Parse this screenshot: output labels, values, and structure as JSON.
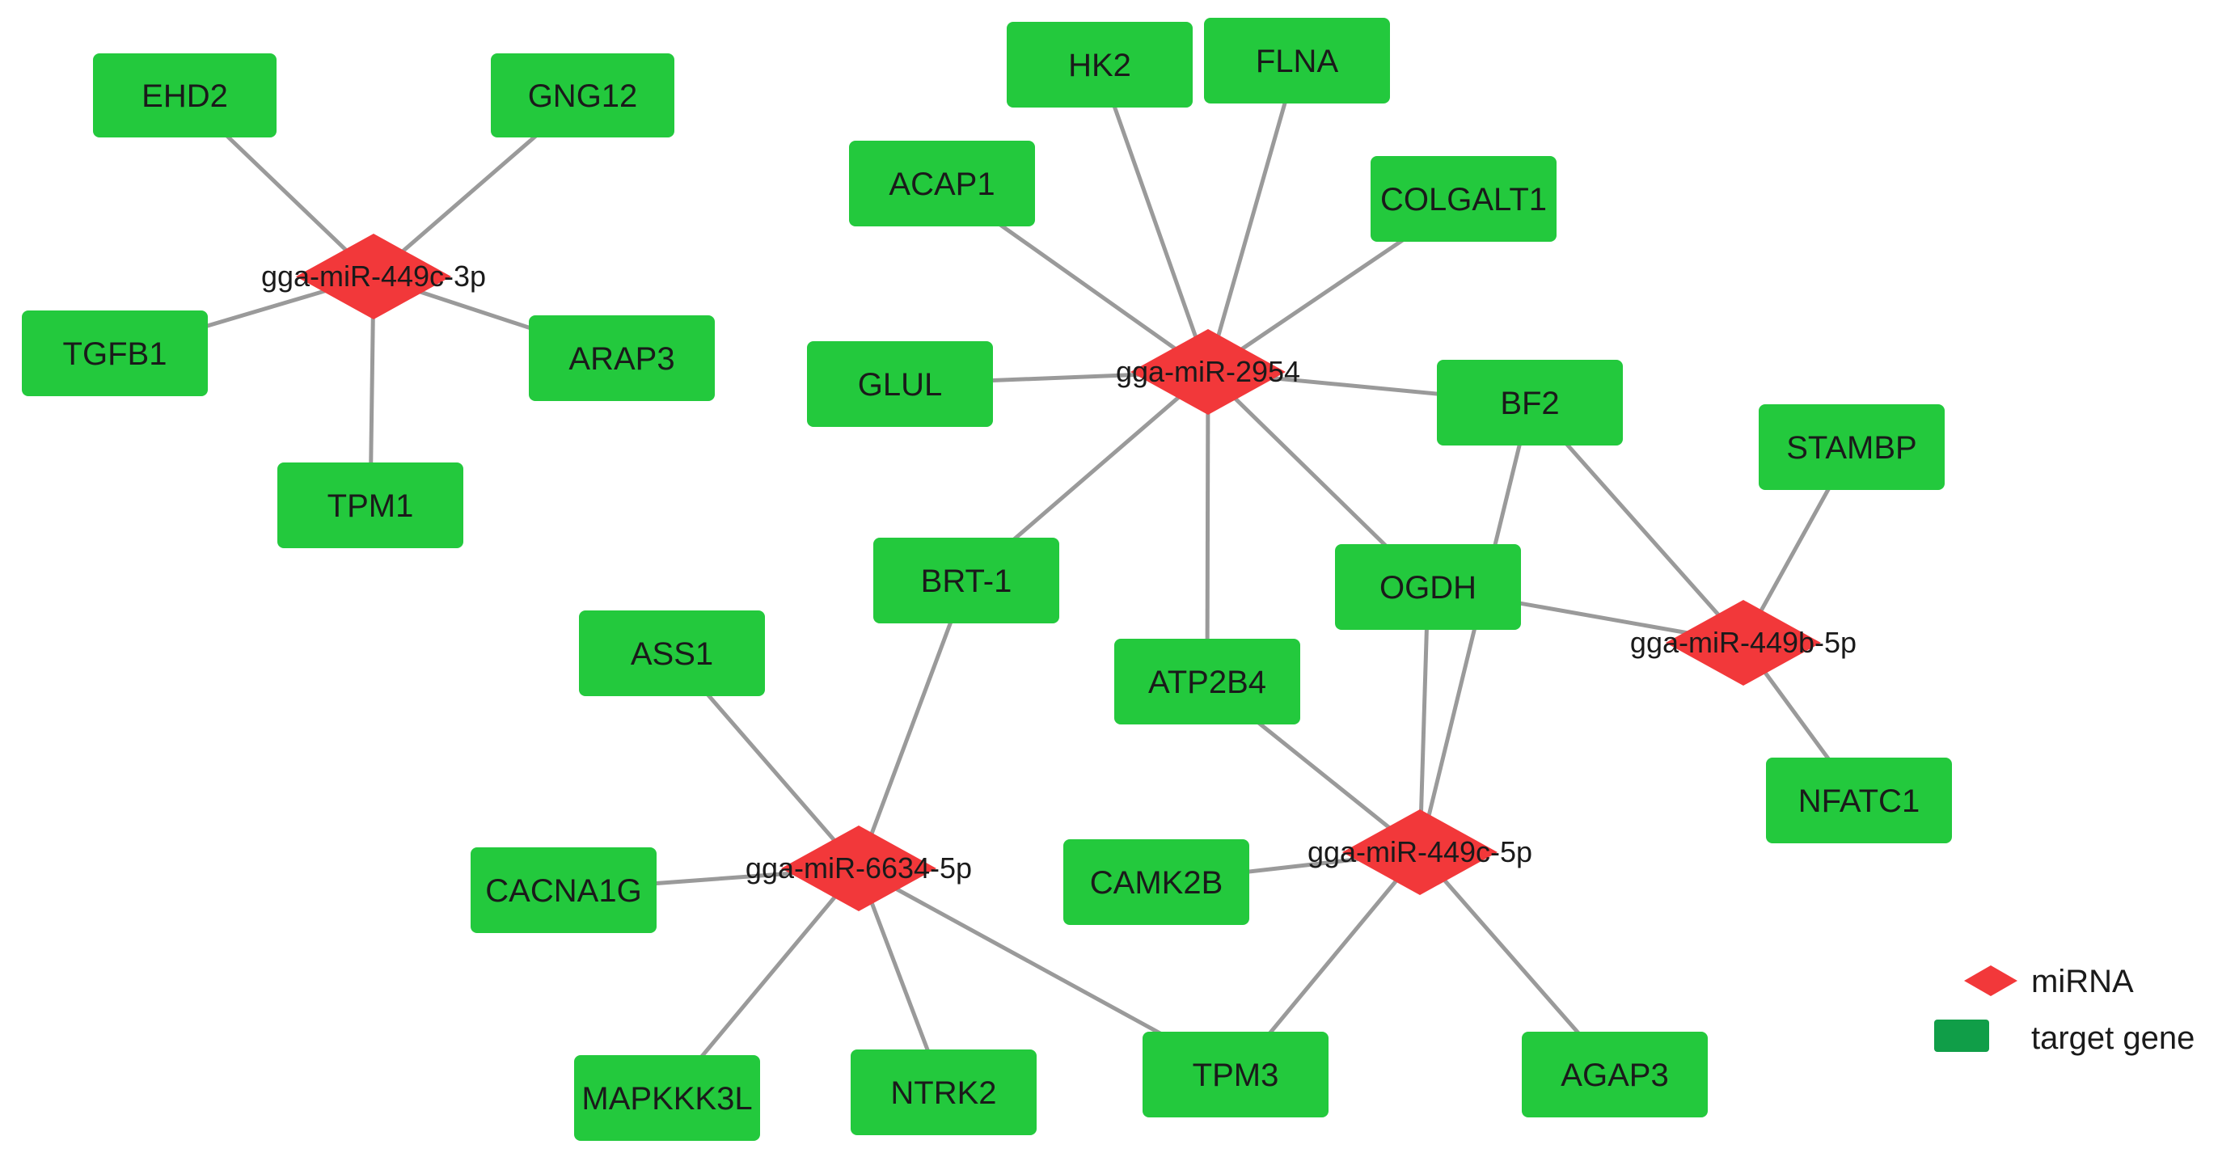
{
  "colors": {
    "mirna": "#f2383a",
    "target_gene": "#23c93d",
    "legend_target_gene": "#109e48",
    "edge": "#9a9a9a"
  },
  "mirnas": [
    {
      "id": "m1",
      "label": "gga-miR-449c-3p"
    },
    {
      "id": "m2",
      "label": "gga-miR-2954"
    },
    {
      "id": "m3",
      "label": "gga-miR-449b-5p"
    },
    {
      "id": "m4",
      "label": "gga-miR-6634-5p"
    },
    {
      "id": "m5",
      "label": "gga-miR-449c-5p"
    }
  ],
  "genes": [
    {
      "id": "EHD2",
      "label": "EHD2"
    },
    {
      "id": "GNG12",
      "label": "GNG12"
    },
    {
      "id": "TGFB1",
      "label": "TGFB1"
    },
    {
      "id": "ARAP3",
      "label": "ARAP3"
    },
    {
      "id": "TPM1",
      "label": "TPM1"
    },
    {
      "id": "HK2",
      "label": "HK2"
    },
    {
      "id": "FLNA",
      "label": "FLNA"
    },
    {
      "id": "ACAP1",
      "label": "ACAP1"
    },
    {
      "id": "COLGALT1",
      "label": "COLGALT1"
    },
    {
      "id": "GLUL",
      "label": "GLUL"
    },
    {
      "id": "BF2",
      "label": "BF2"
    },
    {
      "id": "STAMBP",
      "label": "STAMBP"
    },
    {
      "id": "BRT1",
      "label": "BRT-1"
    },
    {
      "id": "OGDH",
      "label": "OGDH"
    },
    {
      "id": "ATP2B4",
      "label": "ATP2B4"
    },
    {
      "id": "ASS1",
      "label": "ASS1"
    },
    {
      "id": "NFATC1",
      "label": "NFATC1"
    },
    {
      "id": "CACNA1G",
      "label": "CACNA1G"
    },
    {
      "id": "CAMK2B",
      "label": "CAMK2B"
    },
    {
      "id": "MAPKKK3L",
      "label": "MAPKKK3L"
    },
    {
      "id": "NTRK2",
      "label": "NTRK2"
    },
    {
      "id": "TPM3",
      "label": "TPM3"
    },
    {
      "id": "AGAP3",
      "label": "AGAP3"
    }
  ],
  "edges": [
    [
      "m1",
      "EHD2"
    ],
    [
      "m1",
      "GNG12"
    ],
    [
      "m1",
      "TGFB1"
    ],
    [
      "m1",
      "ARAP3"
    ],
    [
      "m1",
      "TPM1"
    ],
    [
      "m2",
      "HK2"
    ],
    [
      "m2",
      "FLNA"
    ],
    [
      "m2",
      "ACAP1"
    ],
    [
      "m2",
      "COLGALT1"
    ],
    [
      "m2",
      "GLUL"
    ],
    [
      "m2",
      "BF2"
    ],
    [
      "m2",
      "BRT1"
    ],
    [
      "m2",
      "ATP2B4"
    ],
    [
      "m2",
      "OGDH"
    ],
    [
      "m3",
      "BF2"
    ],
    [
      "m3",
      "OGDH"
    ],
    [
      "m3",
      "STAMBP"
    ],
    [
      "m3",
      "NFATC1"
    ],
    [
      "m4",
      "BRT1"
    ],
    [
      "m4",
      "ASS1"
    ],
    [
      "m4",
      "CACNA1G"
    ],
    [
      "m4",
      "MAPKKK3L"
    ],
    [
      "m4",
      "NTRK2"
    ],
    [
      "m4",
      "TPM3"
    ],
    [
      "m5",
      "ATP2B4"
    ],
    [
      "m5",
      "OGDH"
    ],
    [
      "m5",
      "BF2"
    ],
    [
      "m5",
      "CAMK2B"
    ],
    [
      "m5",
      "TPM3"
    ],
    [
      "m5",
      "AGAP3"
    ]
  ],
  "legend": {
    "mirna_label": "miRNA",
    "target_gene_label": "target gene"
  }
}
